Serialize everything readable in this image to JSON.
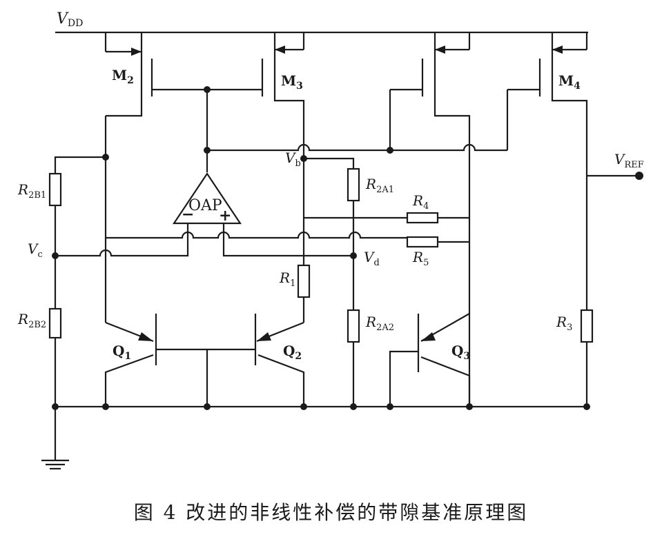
{
  "labels": {
    "vdd": {
      "main": "V",
      "sub": "DD"
    },
    "vref": {
      "main": "V",
      "sub": "REF"
    },
    "vb": {
      "main": "V",
      "sub": "b"
    },
    "vc": {
      "main": "V",
      "sub": "c"
    },
    "vd": {
      "main": "V",
      "sub": "d"
    },
    "m2": {
      "main": "M",
      "sub": "2"
    },
    "m3": {
      "main": "M",
      "sub": "3"
    },
    "m4": {
      "main": "M",
      "sub": "4"
    },
    "q1": {
      "main": "Q",
      "sub": "1"
    },
    "q2": {
      "main": "Q",
      "sub": "2"
    },
    "q3": {
      "main": "Q",
      "sub": "3"
    },
    "r1": {
      "main": "R",
      "sub": "1"
    },
    "r3": {
      "main": "R",
      "sub": "3"
    },
    "r4": {
      "main": "R",
      "sub": "4"
    },
    "r5": {
      "main": "R",
      "sub": "5"
    },
    "r2a1": {
      "main": "R",
      "sub": "2A1"
    },
    "r2a2": {
      "main": "R",
      "sub": "2A2"
    },
    "r2b1": {
      "main": "R",
      "sub": "2B1"
    },
    "r2b2": {
      "main": "R",
      "sub": "2B2"
    },
    "opamp": "OAP",
    "opamp_minus": "−",
    "opamp_plus": "+"
  },
  "caption": "图 4   改进的非线性补偿的带隙基准原理图"
}
